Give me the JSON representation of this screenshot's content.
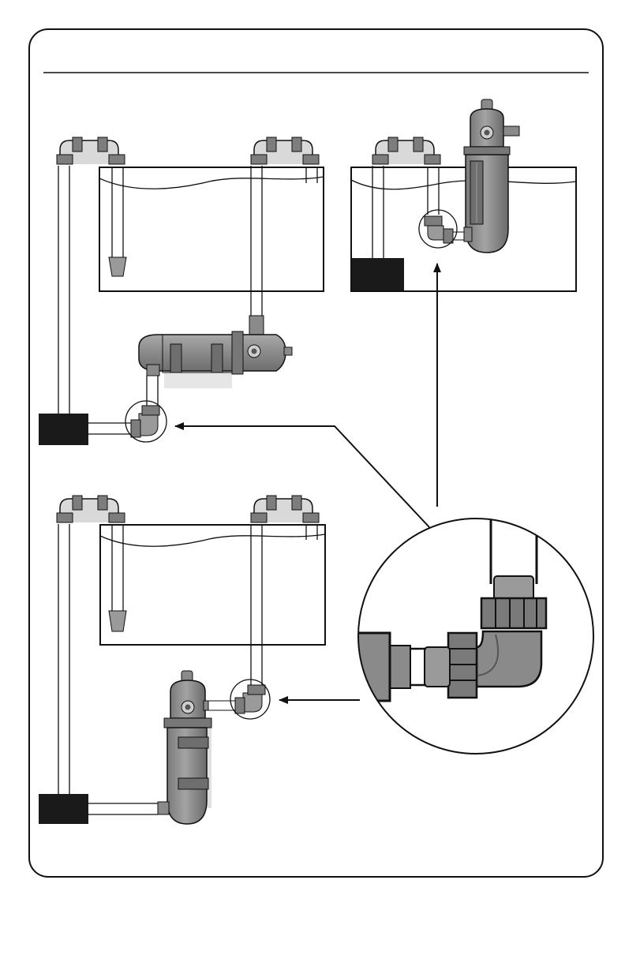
{
  "page": {
    "title": ""
  },
  "colors": {
    "line": "#111111",
    "device_body": "#8a8a8a",
    "device_light": "#b3b3b3",
    "device_dark": "#5a5a5a",
    "pump": "#1a1a1a",
    "surface": "#e6e6e6",
    "paper": "#ffffff"
  },
  "icons": {
    "frame": "rounded-border-frame",
    "aquarium": "aquarium-tank",
    "pump": "sump-pump-block",
    "filter": "canister-filter",
    "fitting": "union-fitting",
    "elbow": "elbow-fitting",
    "callout": "magnifier-circle",
    "arrow": "arrow-pointer"
  },
  "diagram": {
    "installations": [
      "inline-horizontal",
      "hang-on-tank",
      "inline-vertical"
    ],
    "callout": "elbow-fitting-detail"
  }
}
